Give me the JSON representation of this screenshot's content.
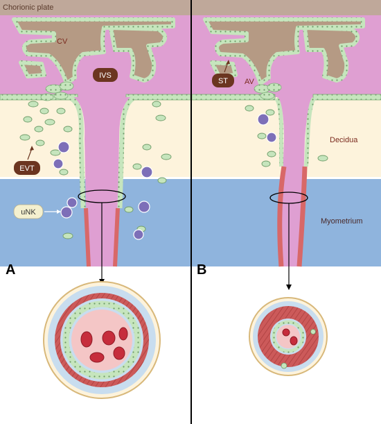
{
  "labels": {
    "chorionic_plate": "Chorionic plate",
    "cv": "CV",
    "ivs": "IVS",
    "evt": "EVT",
    "unk": "uNK",
    "st": "ST",
    "av": "AV",
    "decidua": "Decidua",
    "myometrium": "Myometrium",
    "panel_a": "A",
    "panel_b": "B"
  },
  "colors": {
    "chorionic_plate": "#bfa89a",
    "ivs": "#df9fd2",
    "decidua": "#fdf3dc",
    "myometrium": "#8fb4dd",
    "villus_trunk": "#b59a84",
    "trophoblast": "#c6e5bd",
    "trophoblast_stroke": "#7fb07a",
    "unk_cell": "#7d6fb8",
    "rbc": "#c62d3c",
    "label_box": "#6b3520",
    "unk_box": "#f4f0cf",
    "vessel_wall": "#d86868"
  }
}
